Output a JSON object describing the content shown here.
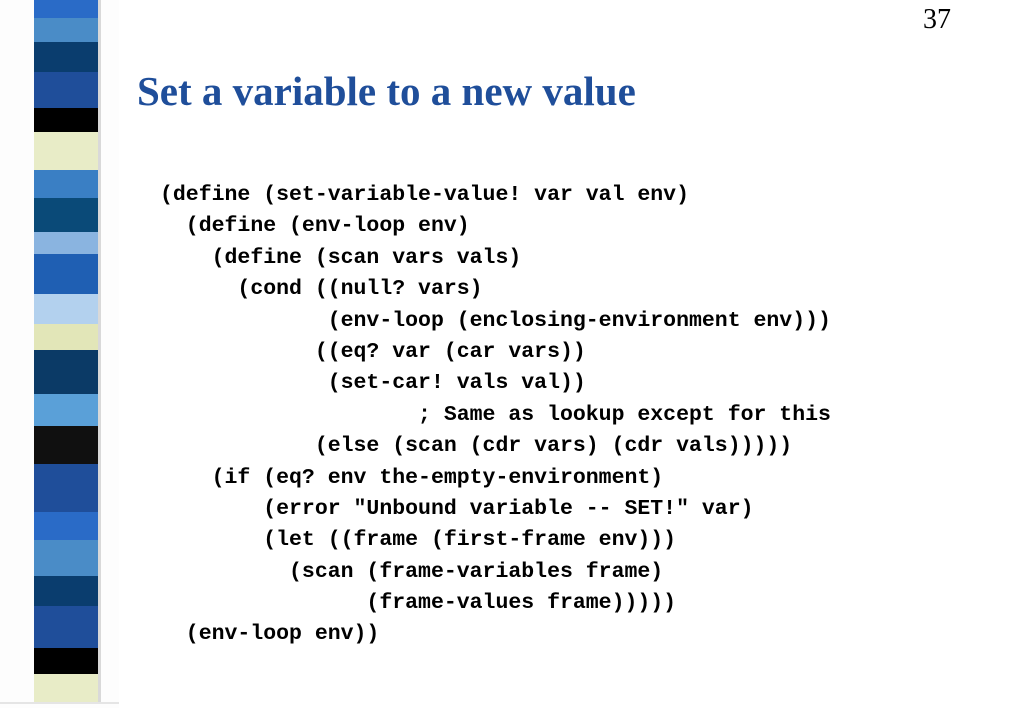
{
  "slide": {
    "page_number": "37",
    "title": "Set a variable to a new value",
    "stripe_colors": [
      "#2a6bc7",
      "#4a8cc7",
      "#0a3d6e",
      "#1f4e9a",
      "#000000",
      "#e8ecc7",
      "#3a7fc4",
      "#0a4a78",
      "#8ab4e0",
      "#1f5fb3",
      "#b3d1ee",
      "#e2e6b8",
      "#0b3a66",
      "#5aa0d8",
      "#101010",
      "#1f4e9a"
    ],
    "code_lines": [
      "(define (set-variable-value! var val env)",
      "  (define (env-loop env)",
      "    (define (scan vars vals)",
      "      (cond ((null? vars)",
      "             (env-loop (enclosing-environment env)))",
      "            ((eq? var (car vars))",
      "             (set-car! vals val))",
      "                    ; Same as lookup except for this",
      "            (else (scan (cdr vars) (cdr vals)))))",
      "    (if (eq? env the-empty-environment)",
      "        (error \"Unbound variable -- SET!\" var)",
      "        (let ((frame (first-frame env)))",
      "          (scan (frame-variables frame)",
      "                (frame-values frame)))))",
      "  (env-loop env))"
    ]
  }
}
